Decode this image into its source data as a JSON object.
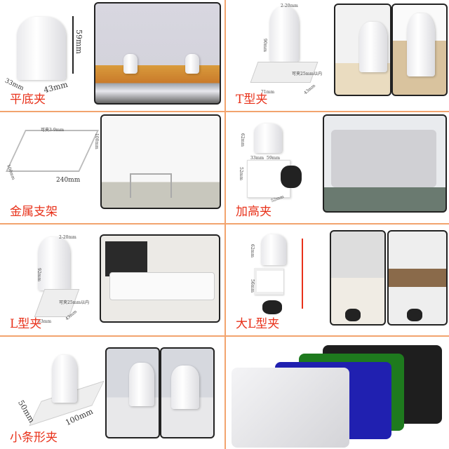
{
  "colors": {
    "title": "#e8311a",
    "divider": "#f2a46e"
  },
  "cells": [
    {
      "title": "平底夹",
      "dims": [
        "59mm",
        "33mm",
        "43mm"
      ]
    },
    {
      "title": "T型夹",
      "dims": [
        "2-20mm",
        "90mm",
        "可夹25mm以内",
        "71mm",
        "43mm"
      ]
    },
    {
      "title": "金属支架",
      "dims": [
        "可夹3-9mm",
        "100mm",
        "100mm",
        "240mm"
      ]
    },
    {
      "title": "加高夹",
      "dims": [
        "62mm",
        "33mm",
        "59mm",
        "52mm",
        "52mm"
      ]
    },
    {
      "title": "L型夹",
      "dims": [
        "2-20mm",
        "92mm",
        "可夹25mm以内",
        "33mm",
        "43mm"
      ]
    },
    {
      "title": "大L型夹",
      "dims": [
        "62mm",
        "56mm"
      ]
    },
    {
      "title": "小条形夹",
      "dims": [
        "50mm",
        "100mm"
      ]
    },
    {
      "title": "",
      "dims": []
    }
  ]
}
